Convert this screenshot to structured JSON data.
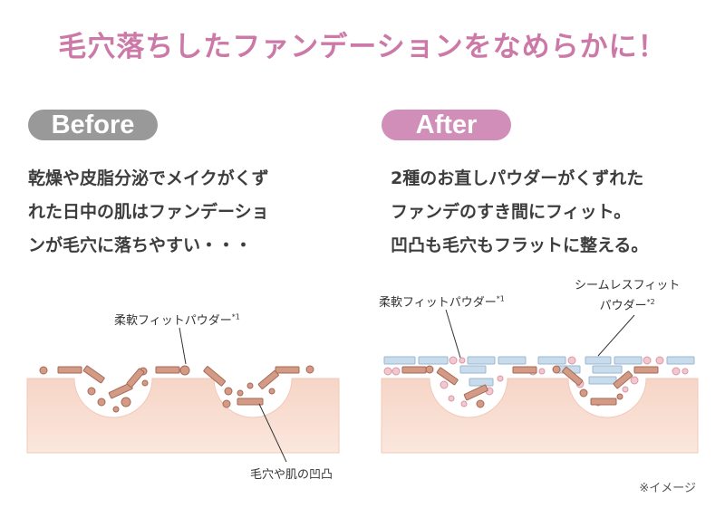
{
  "title": "毛穴落ちしたファンデーションをなめらかに！",
  "before": {
    "badge": "Before",
    "lines": [
      "乾燥や皮脂分泌でメイクがくず",
      "れた日中の肌はファンデーショ",
      "ンが毛穴に落ちやすい・・・"
    ],
    "powder_label": "柔軟フィットパウダー",
    "powder_mark": "*1",
    "pore_label": "毛穴や肌の凹凸"
  },
  "after": {
    "badge": "After",
    "lines": [
      "2種のお直しパウダーがくずれた",
      "ファンデのすき間にフィット。",
      "凹凸も毛穴もフラットに整える。"
    ],
    "powder_label": "柔軟フィットパウダー",
    "powder_mark": "*1",
    "seamless_label_1": "シームレスフィット",
    "seamless_label_2": "パウダー",
    "seamless_mark": "*2"
  },
  "note": "※イメージ",
  "colors": {
    "title": "#cc79a7",
    "before_badge": "#999999",
    "after_badge": "#d18eb8",
    "skin": "#f7d9cc",
    "particle": "#d39a86",
    "particle_stroke": "#a66a57",
    "seamless": "#c9dcec",
    "pink_powder": "#f3c7cf"
  }
}
